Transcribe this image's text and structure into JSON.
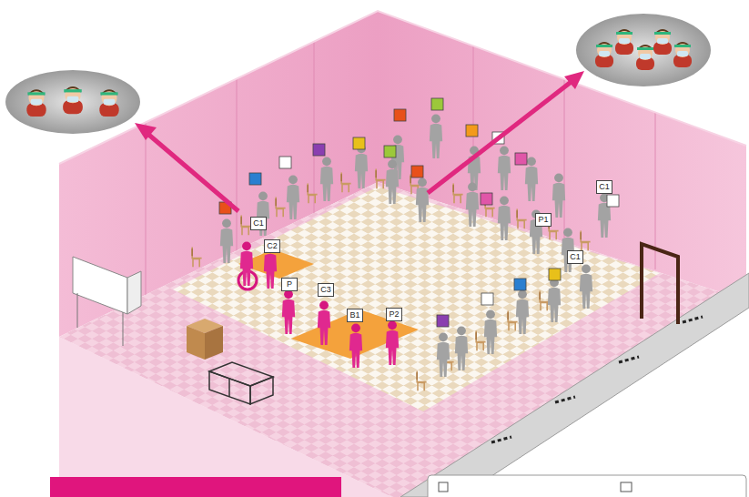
{
  "diagram": {
    "nodes": [
      {
        "text": [
          "C1"
        ]
      },
      {
        "text": [
          "C2"
        ]
      },
      {
        "text": [
          "P"
        ]
      },
      {
        "text": [
          "C3"
        ]
      },
      {
        "text": [
          "B1"
        ]
      },
      {
        "text": [
          "P2"
        ]
      },
      {
        "text": [
          "C1"
        ]
      },
      {
        "text": [
          "P1"
        ]
      },
      {
        "text": [
          "C1"
        ]
      }
    ]
  }
}
